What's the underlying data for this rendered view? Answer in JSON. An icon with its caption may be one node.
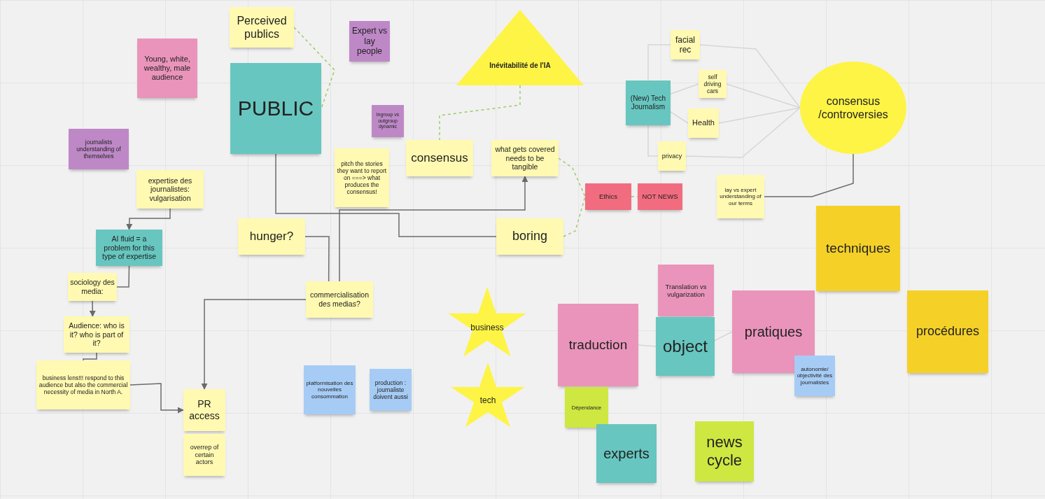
{
  "diagram": {
    "nodes": [
      {
        "text": [
          "Perceived publics"
        ]
      },
      {
        "text": [
          "Young, white, wealthy, male audience"
        ]
      },
      {
        "text": [
          "Expert vs lay people"
        ]
      },
      {
        "text": [
          "Inévitabilité de l'IA"
        ]
      },
      {
        "text": [
          "PUBLIC"
        ]
      },
      {
        "text": [
          "journalists understanding of themselves"
        ]
      },
      {
        "text": [
          "Ingroup vs outgroup dynamic"
        ]
      },
      {
        "text": [
          "facial rec"
        ]
      },
      {
        "text": [
          "self driving cars"
        ]
      },
      {
        "text": [
          "(New) Tech Journalism"
        ]
      },
      {
        "text": [
          "Health"
        ]
      },
      {
        "text": [
          "consensus /controversies"
        ]
      },
      {
        "text": [
          "privacy"
        ]
      },
      {
        "text": [
          "expertise des journalistes: vulgarisation"
        ]
      },
      {
        "text": [
          "pitch the stories they want to report on ===> what produces the consensus!"
        ]
      },
      {
        "text": [
          "consensus"
        ]
      },
      {
        "text": [
          "what gets covered needs to be tangible"
        ]
      },
      {
        "text": [
          "Ethics"
        ]
      },
      {
        "text": [
          "NOT NEWS"
        ]
      },
      {
        "text": [
          "lay vs expert understanding of our terms"
        ]
      },
      {
        "text": [
          "AI fluid = a problem for this type of expertise"
        ]
      },
      {
        "text": [
          "hunger?"
        ]
      },
      {
        "text": [
          "boring"
        ]
      },
      {
        "text": [
          "techniques"
        ]
      },
      {
        "text": [
          "sociology des media:"
        ]
      },
      {
        "text": [
          "Translation vs vulgarization"
        ]
      },
      {
        "text": [
          "commercialisation des medias?"
        ]
      },
      {
        "text": [
          "pratiques"
        ]
      },
      {
        "text": [
          "procédures"
        ]
      },
      {
        "text": [
          "business"
        ]
      },
      {
        "text": [
          "Audience: who is it? who is part of it?"
        ]
      },
      {
        "text": [
          "traduction"
        ]
      },
      {
        "text": [
          "object"
        ]
      },
      {
        "text": [
          "business lens!!! respond to this audience but also the commercial necessity of media in North A."
        ]
      },
      {
        "text": [
          "autonomie/ objectivité des journalistes"
        ]
      },
      {
        "text": [
          "platformisation des nouvelles consommation"
        ]
      },
      {
        "text": [
          "production : journaliste doivent aussi"
        ]
      },
      {
        "text": [
          "tech"
        ]
      },
      {
        "text": [
          "PR access"
        ]
      },
      {
        "text": [
          "Dépendance"
        ]
      },
      {
        "text": [
          "overrep of certain actors"
        ]
      },
      {
        "text": [
          "experts"
        ]
      },
      {
        "text": [
          "news cycle"
        ]
      }
    ],
    "edges": [
      {
        "from": 0,
        "to": 4,
        "arrow": "none",
        "style": "dashed",
        "color": "#9ccc65"
      },
      {
        "from": 3,
        "to": 15,
        "arrow": "none",
        "style": "dashed",
        "color": "#9ccc65"
      },
      {
        "from": 16,
        "to": 17,
        "arrow": "none",
        "style": "dashed",
        "color": "#9ccc65"
      },
      {
        "from": 22,
        "to": 17,
        "arrow": "none",
        "style": "dashed",
        "color": "#9ccc65"
      },
      {
        "from": 17,
        "to": 18,
        "arrow": "none",
        "style": "dashed",
        "color": "#9ccc65"
      },
      {
        "from": 11,
        "to": 19,
        "arrow": "none"
      },
      {
        "from": 9,
        "to": 7,
        "arrow": "none",
        "color": "#d6d6d6"
      },
      {
        "from": 9,
        "to": 8,
        "arrow": "none",
        "color": "#d6d6d6"
      },
      {
        "from": 9,
        "to": 10,
        "arrow": "none",
        "color": "#d6d6d6"
      },
      {
        "from": 9,
        "to": 12,
        "arrow": "none",
        "color": "#d6d6d6"
      },
      {
        "from": 7,
        "to": 11,
        "arrow": "none",
        "color": "#d6d6d6"
      },
      {
        "from": 8,
        "to": 11,
        "arrow": "none",
        "color": "#d6d6d6"
      },
      {
        "from": 10,
        "to": 11,
        "arrow": "none",
        "color": "#d6d6d6"
      },
      {
        "from": 12,
        "to": 11,
        "arrow": "none",
        "color": "#d6d6d6"
      },
      {
        "from": 4,
        "to": 22,
        "arrow": "none"
      },
      {
        "from": 26,
        "to": 16,
        "arrow": "to"
      },
      {
        "from": 21,
        "to": 26,
        "arrow": "none"
      },
      {
        "from": 26,
        "to": 38,
        "arrow": "to"
      },
      {
        "from": 33,
        "to": 38,
        "arrow": "to"
      },
      {
        "from": 13,
        "to": 20,
        "arrow": "to"
      },
      {
        "from": 20,
        "to": 24,
        "arrow": "none"
      },
      {
        "from": 24,
        "to": 30,
        "arrow": "to"
      },
      {
        "from": 30,
        "to": 33,
        "arrow": "none"
      },
      {
        "from": 31,
        "to": 32,
        "arrow": "none",
        "color": "#d6d6d6"
      },
      {
        "from": 32,
        "to": 27,
        "arrow": "none",
        "color": "#d6d6d6"
      }
    ]
  }
}
